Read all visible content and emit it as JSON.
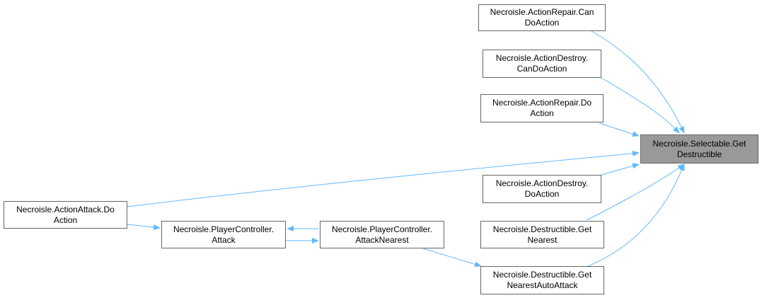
{
  "graph": {
    "edge_color": "#63b8ff",
    "focus_fill": "#999999",
    "border_color": "#666666",
    "nodes": [
      {
        "id": "getDestructible",
        "lines": [
          "Necroisle.Selectable.Get",
          "Destructible"
        ],
        "focus": true
      },
      {
        "id": "repairCan",
        "lines": [
          "Necroisle.ActionRepair.Can",
          "DoAction"
        ]
      },
      {
        "id": "destroyCan",
        "lines": [
          "Necroisle.ActionDestroy.",
          "CanDoAction"
        ]
      },
      {
        "id": "repairDo",
        "lines": [
          "Necroisle.ActionRepair.Do",
          "Action"
        ]
      },
      {
        "id": "destroyDo",
        "lines": [
          "Necroisle.ActionDestroy.",
          "DoAction"
        ]
      },
      {
        "id": "getNearest",
        "lines": [
          "Necroisle.Destructible.Get",
          "Nearest"
        ]
      },
      {
        "id": "getNearestAuto",
        "lines": [
          "Necroisle.Destructible.Get",
          "NearestAutoAttack"
        ]
      },
      {
        "id": "attackDo",
        "lines": [
          "Necroisle.ActionAttack.Do",
          "Action"
        ]
      },
      {
        "id": "pcAttack",
        "lines": [
          "Necroisle.PlayerController.",
          "Attack"
        ]
      },
      {
        "id": "pcAttackNearest",
        "lines": [
          "Necroisle.PlayerController.",
          "AttackNearest"
        ]
      }
    ],
    "edges": [
      {
        "from": "repairCan",
        "to": "getDestructible"
      },
      {
        "from": "destroyCan",
        "to": "getDestructible"
      },
      {
        "from": "repairDo",
        "to": "getDestructible"
      },
      {
        "from": "attackDo",
        "to": "getDestructible"
      },
      {
        "from": "destroyDo",
        "to": "getDestructible"
      },
      {
        "from": "getNearest",
        "to": "getDestructible"
      },
      {
        "from": "getNearestAuto",
        "to": "getDestructible"
      },
      {
        "from": "attackDo",
        "to": "pcAttack"
      },
      {
        "from": "pcAttack",
        "to": "pcAttackNearest"
      },
      {
        "from": "pcAttackNearest",
        "to": "pcAttack"
      },
      {
        "from": "pcAttackNearest",
        "to": "getNearestAuto"
      }
    ]
  }
}
